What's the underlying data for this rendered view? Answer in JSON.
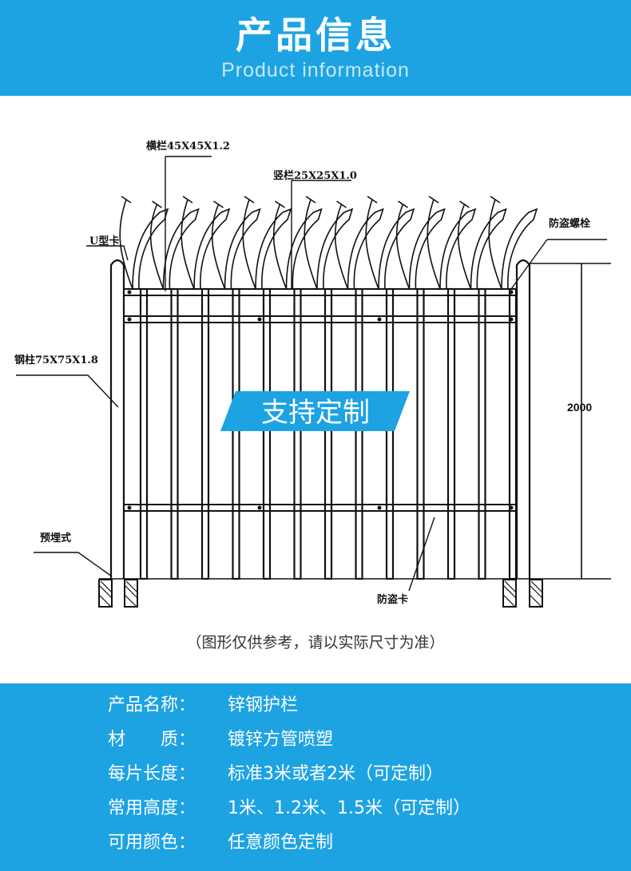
{
  "header": {
    "title": "产品信息",
    "subtitle": "Product information",
    "background_color": "#1da3e2"
  },
  "diagram": {
    "labels": {
      "top_rail": "横栏45X45X1.2",
      "picket": "竖栏25X25X1.0",
      "u_clip": "U型卡",
      "post": "钢柱75X75X1.8",
      "anti_theft_bolt": "防盗螺栓",
      "height": "2000",
      "embedded": "预埋式",
      "anti_theft_clip": "防盗卡"
    },
    "banner": "支持定制"
  },
  "caption": "（图形仅供参考，请以实际尺寸为准）",
  "specs": [
    {
      "label": "产品名称：",
      "value": "锌钢护栏"
    },
    {
      "label": "材　　质：",
      "value": "镀锌方管喷塑"
    },
    {
      "label": "每片长度：",
      "value": "标准3米或者2米（可定制）"
    },
    {
      "label": "常用高度：",
      "value": "1米、1.2米、1.5米（可定制）"
    },
    {
      "label": "可用颜色：",
      "value": "任意颜色定制"
    }
  ]
}
